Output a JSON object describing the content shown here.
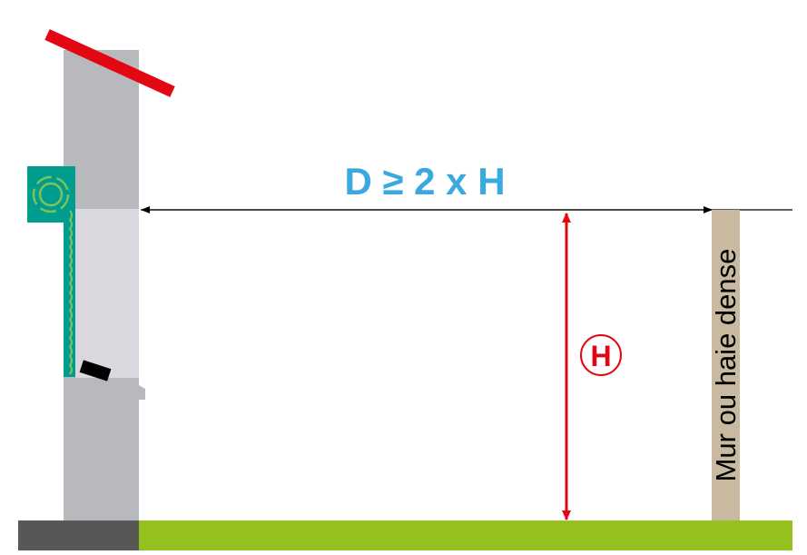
{
  "distance_label": "D ≥ 2 x H",
  "height_label": "H",
  "barrier_label": "Mur ou haie dense",
  "colors": {
    "roof": "#e30613",
    "wall": "#b8b9bd",
    "opening": "#dad8de",
    "unit": "#009d8f",
    "unit_accent": "#7dc35b",
    "distance": "#3aa9e0",
    "height": "#e30613",
    "barrier": "#c8b9a0",
    "grass": "#95c11f",
    "pavement": "#575756"
  }
}
